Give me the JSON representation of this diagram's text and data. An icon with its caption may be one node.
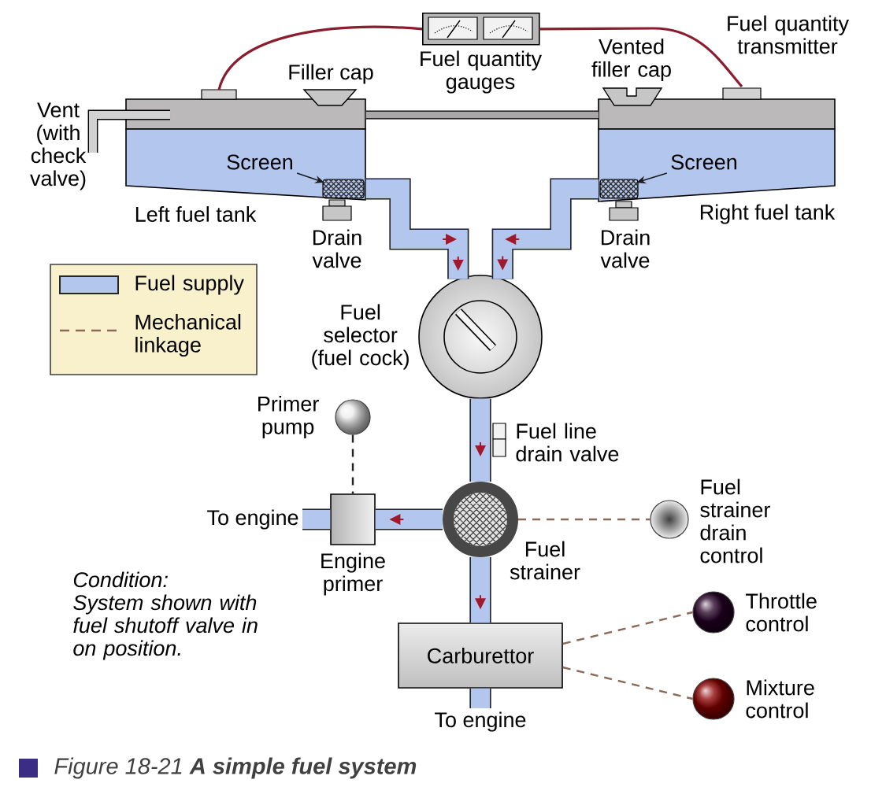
{
  "diagram": {
    "caption": "Figure 18-21 **A simple fuel system**",
    "nodes": [
      {
        "text": [
          "Left fuel tank"
        ]
      },
      {
        "text": [
          "Screen"
        ],
        "in": 0
      },
      {
        "text": [
          "Fuel quantity gauges"
        ]
      },
      {
        "text": [
          "Right fuel tank"
        ]
      },
      {
        "text": [
          "Screen"
        ],
        "in": 3
      },
      {
        "text": [
          "Fuel selector (fuel cock)"
        ]
      },
      {
        "text": [
          "Primer pump"
        ]
      },
      {
        "text": [
          "To engine"
        ]
      },
      {
        "text": [
          "Engine primer"
        ]
      },
      {
        "text": [
          "Fuel strainer"
        ]
      },
      {
        "text": [
          "Fuel strainer drain control"
        ]
      },
      {
        "text": [
          "Carburettor"
        ]
      },
      {
        "text": [
          "Throttle control"
        ]
      },
      {
        "text": [
          "Mixture control"
        ]
      },
      {
        "text": [
          "To engine"
        ]
      }
    ],
    "edges": [
      {
        "from": 1,
        "to": null,
        "arrow": "to",
        "color": "#1a1a1a"
      },
      {
        "from": 4,
        "to": null,
        "arrow": "to",
        "color": "#1a1a1a"
      },
      {
        "from": 0,
        "to": 2,
        "arrow": "none",
        "color": "#8b1e2e"
      },
      {
        "from": 2,
        "to": 3,
        "arrow": "none",
        "color": "#8b1e2e"
      },
      {
        "from": 0,
        "to": 3,
        "arrow": "none",
        "style": "thick",
        "color": "#aaa7a9"
      },
      {
        "from": 0,
        "to": 5,
        "arrow": "to",
        "style": "thick",
        "color": "#b3c6ee"
      },
      {
        "from": 3,
        "to": 5,
        "arrow": "to",
        "style": "thick",
        "color": "#b3c6ee"
      },
      {
        "from": 5,
        "to": 9,
        "arrow": "to",
        "style": "thick",
        "color": "#b3c6ee"
      },
      {
        "from": 9,
        "to": 8,
        "arrow": "to",
        "style": "thick",
        "color": "#b3c6ee"
      },
      {
        "from": 8,
        "to": 7,
        "arrow": "none",
        "style": "thick",
        "color": "#b3c6ee"
      },
      {
        "from": 9,
        "to": 11,
        "arrow": "to",
        "style": "thick",
        "color": "#b3c6ee"
      },
      {
        "from": 11,
        "to": 14,
        "arrow": "none",
        "style": "thick",
        "color": "#b3c6ee"
      },
      {
        "from": 6,
        "to": 8,
        "arrow": "none",
        "style": "dashed",
        "color": "#222222"
      },
      {
        "from": 9,
        "to": 10,
        "arrow": "none",
        "style": "dashed",
        "color": "#8a6a58"
      },
      {
        "from": 11,
        "to": 12,
        "arrow": "none",
        "style": "dashed",
        "color": "#8a6a58"
      },
      {
        "from": 11,
        "to": 13,
        "arrow": "none",
        "style": "dashed",
        "color": "#8a6a58"
      }
    ],
    "labels": [
      "Fuel quantity transmitter",
      "Vented filler cap",
      "Filler cap",
      "Vent (with check valve)",
      "Drain valve",
      "Drain valve",
      "Fuel line drain valve",
      "Condition:",
      "System shown with fuel shutoff valve in on position."
    ],
    "legend": [
      {
        "text": "Fuel supply",
        "color": "#b3c6ee"
      },
      {
        "text": "Mechanical linkage"
      }
    ]
  }
}
